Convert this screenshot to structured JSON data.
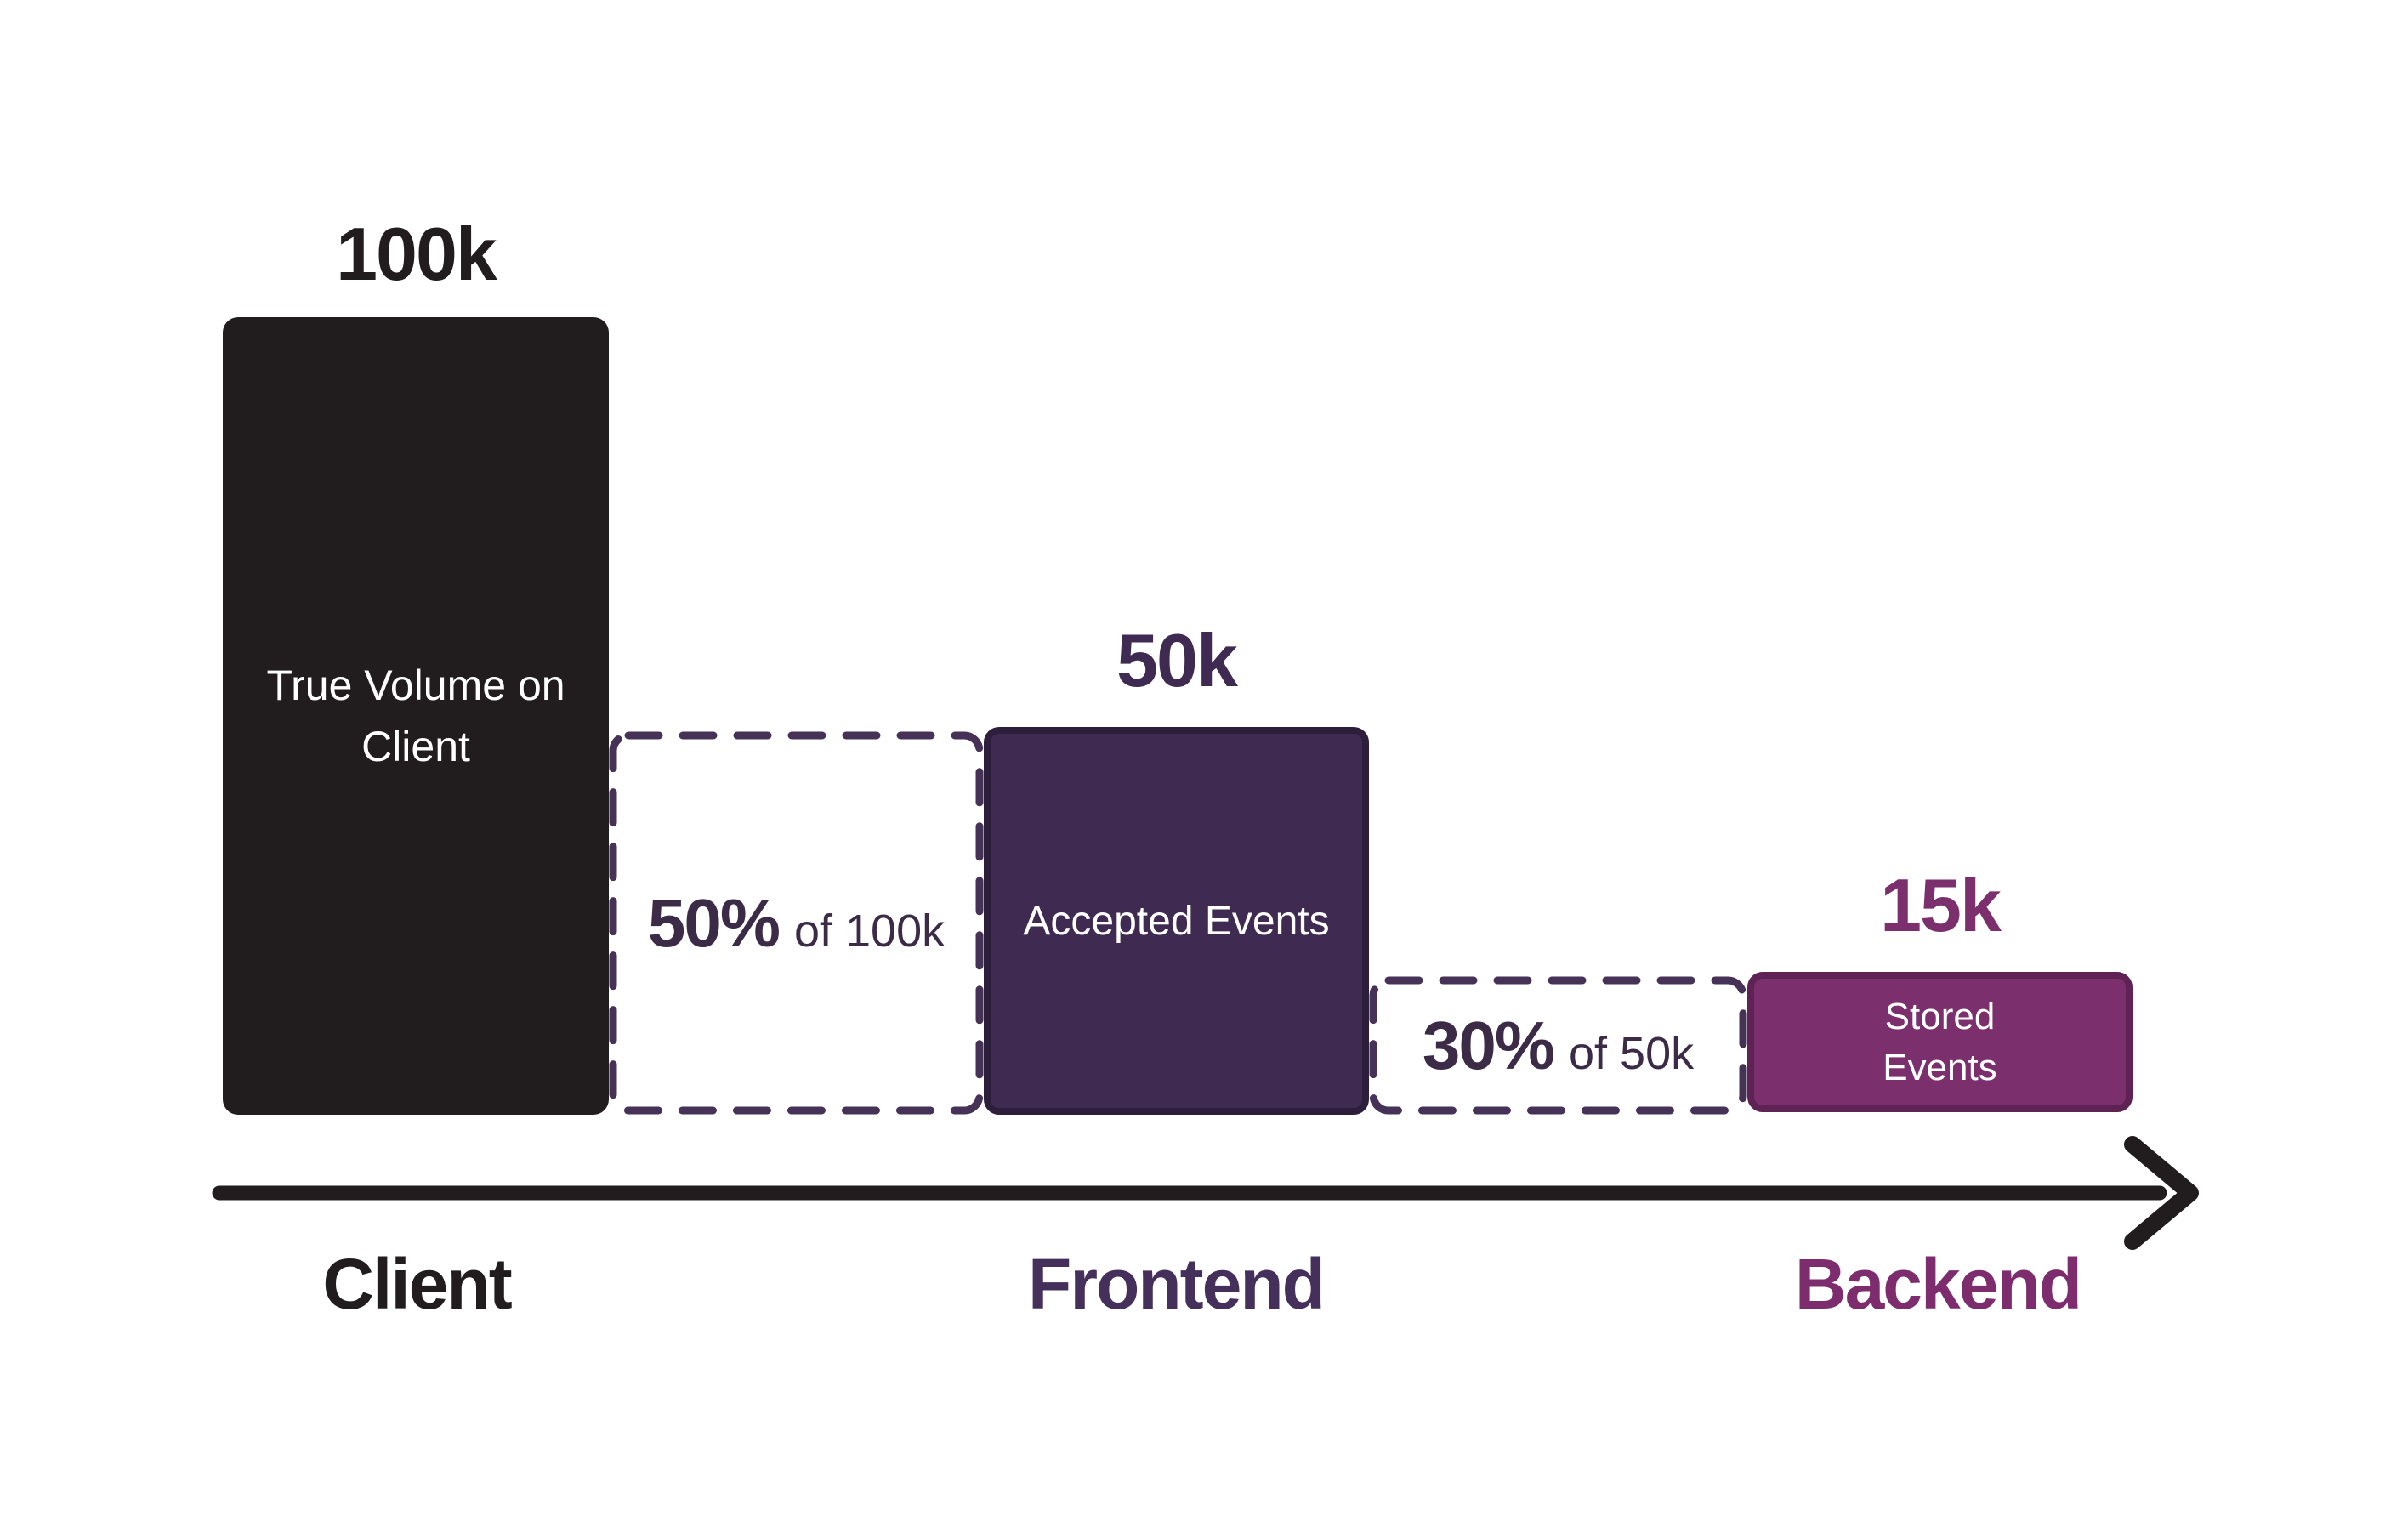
{
  "chart_data": {
    "type": "bar",
    "title": "",
    "categories": [
      "Client",
      "Frontend",
      "Backend"
    ],
    "series": [
      {
        "name": "Events",
        "values": [
          100000,
          50000,
          15000
        ]
      }
    ],
    "value_labels": [
      "100k",
      "50k",
      "15k"
    ],
    "bar_labels": [
      "True Volume on Client",
      "Accepted Events",
      "Stored Events"
    ],
    "annotations": [
      {
        "between": [
          "Client",
          "Frontend"
        ],
        "text": "50% of 100k"
      },
      {
        "between": [
          "Frontend",
          "Backend"
        ],
        "text": "30% of 50k"
      }
    ],
    "xlabel": "",
    "ylabel": "",
    "legend": false,
    "grid": false,
    "axis_arrow": true
  },
  "stages": [
    {
      "value": "100k",
      "bar_line1": "True Volume on",
      "bar_line2": "Client",
      "axis": "Client"
    },
    {
      "value": "50k",
      "bar": "Accepted Events",
      "axis": "Frontend"
    },
    {
      "value": "15k",
      "bar_line1": "Stored",
      "bar_line2": "Events",
      "axis": "Backend"
    }
  ],
  "drops": [
    {
      "pct": "50%",
      "of": "of 100k"
    },
    {
      "pct": "30%",
      "of": "of 50k"
    }
  ],
  "colors": {
    "background": "#FFFFFF",
    "client_bar": "#211D1E",
    "frontend_bar_fill": "#3F2A52",
    "frontend_bar_border": "#2D1F3C",
    "backend_bar_fill": "#7B2F6D",
    "backend_bar_border": "#5E2255",
    "dashed_border": "#463157",
    "percent_text": "#3B2B47",
    "frontend_label": "#44305B",
    "backend_label": "#7D2C6D",
    "arrow": "#211D1E"
  }
}
